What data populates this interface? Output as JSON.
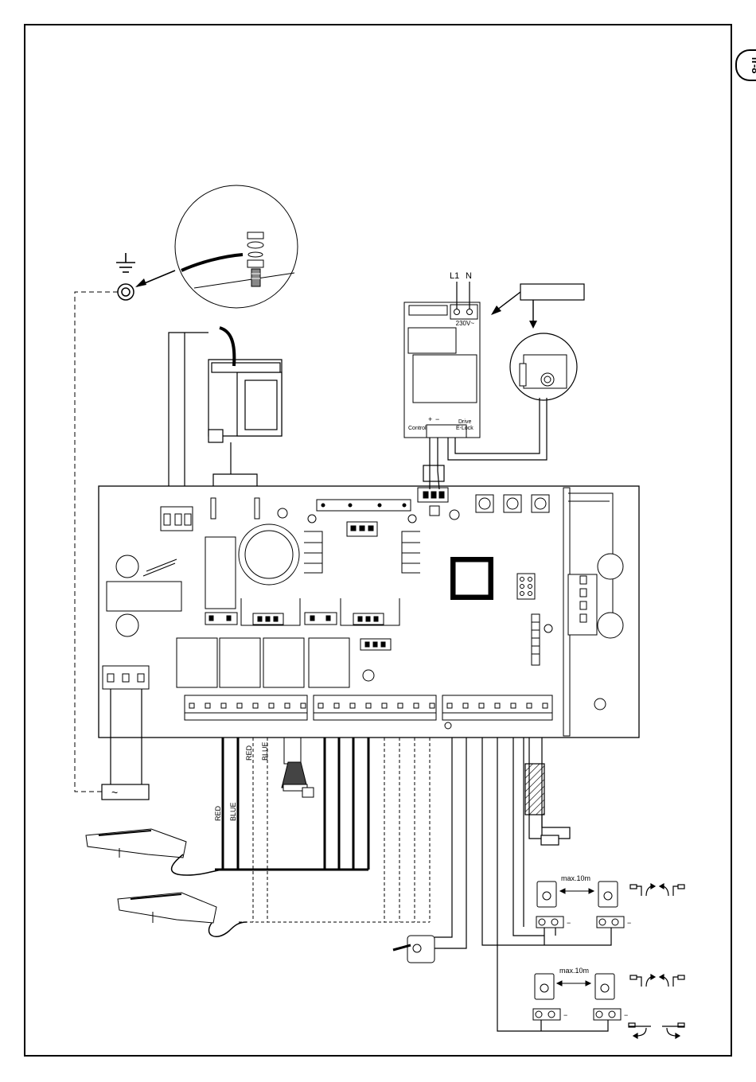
{
  "page": {
    "badge": "fr-8"
  },
  "mains": {
    "l1": "L1",
    "n": "N"
  },
  "elock_module": {
    "voltage": "230V~",
    "terminal_control": "Control",
    "terminal_elock": "E-Lock",
    "terminal_drive": "Drive",
    "plus": "+",
    "minus": "−"
  },
  "motor_wires": {
    "left_red": "RED",
    "left_blue": "BLUE",
    "right_red": "RED",
    "right_blue": "BLUE"
  },
  "supply_symbol": "~",
  "photocells": {
    "upper_distance": "max.10m",
    "lower_distance": "max.10m",
    "minus": "−"
  }
}
